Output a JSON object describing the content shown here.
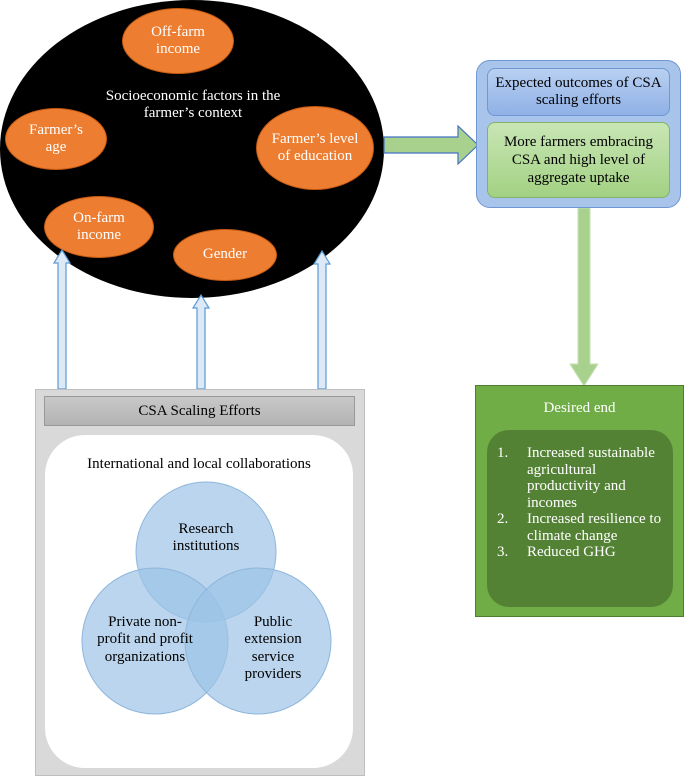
{
  "socio": {
    "title": "Socioeconomic factors in the farmer’s context",
    "factors": {
      "off_farm": "Off-farm income",
      "age": "Farmer’s age",
      "education": "Farmer’s level of education",
      "on_farm": "On-farm income",
      "gender": "Gender"
    }
  },
  "outcomes": {
    "header": "Expected outcomes of CSA scaling efforts",
    "body": "More farmers embracing CSA and high level of aggregate uptake"
  },
  "csa": {
    "header": "CSA Scaling Efforts",
    "collab_title": "International and local collaborations",
    "circles": {
      "research": "Research institutions",
      "private": "Private non-profit and profit organizations",
      "public": "Public extension service providers"
    }
  },
  "desired": {
    "title": "Desired end",
    "items": [
      {
        "num": "1.",
        "text": "Increased sustainable agricultural productivity and incomes"
      },
      {
        "num": "2.",
        "text": "Increased resilience to climate change"
      },
      {
        "num": "3.",
        "text": "Reduced GHG"
      }
    ]
  },
  "colors": {
    "factor_fill": "#ed7d31",
    "ellipse_fill": "#000000",
    "arrow_blue": "#bdd7ee",
    "arrow_green": "#a9d18e",
    "desired_green": "#70ad47",
    "venn_blue": "#9dc3e6"
  }
}
